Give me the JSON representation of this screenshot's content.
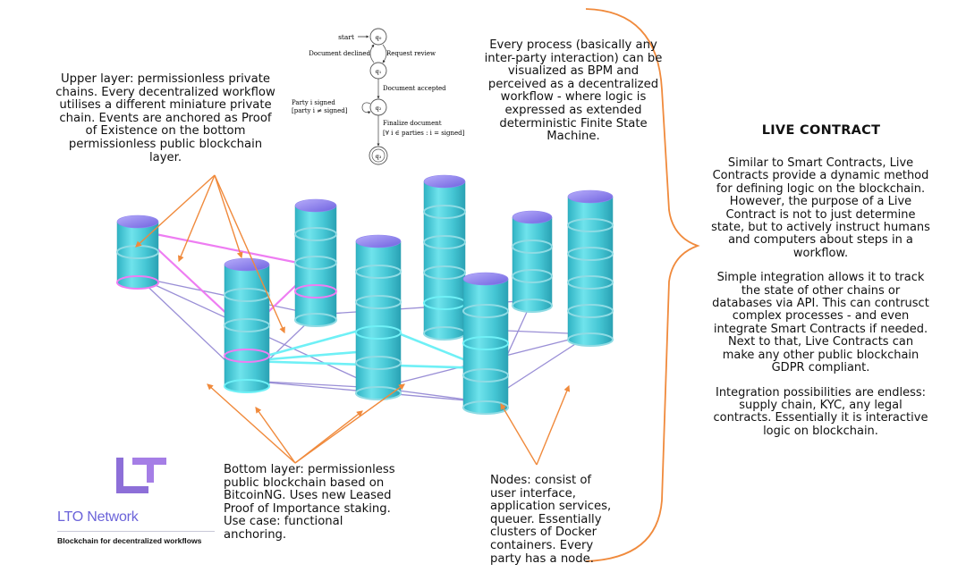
{
  "annotations": {
    "upper_layer": "Upper layer: permissionless private chains. Every decentralized workflow utilises a different miniature private chain. Events are anchored as Proof of Existence on the bottom permissionless public blockchain layer.",
    "process": "Every process (basically any inter-party interaction) can be visualized as BPM and perceived as a decentralized workflow - where logic is expressed as extended deterministic Finite State Machine.",
    "bottom_layer": "Bottom layer: permissionless public blockchain based on BitcoinNG. Uses new Leased Proof of Importance staking. Use case: functional anchoring.",
    "nodes": "Nodes: consist of user interface, application services, queuer. Essentially clusters of Docker containers. Every party has a node."
  },
  "fsm": {
    "start": "start",
    "states": [
      "q₀",
      "q₁",
      "q₂",
      "q₃"
    ],
    "transitions": {
      "request_review": "Request review",
      "document_declined": "Document declined",
      "document_accepted": "Document accepted",
      "party_signed_1": "Party i signed",
      "party_signed_2": "[party i ≠ signed]",
      "finalize_1": "Finalize document",
      "finalize_2": "[∀ i ∈ parties : i = signed]"
    }
  },
  "live_contract": {
    "title": "LIVE CONTRACT",
    "paragraphs": [
      "Similar to Smart Contracts, Live Contracts provide a dynamic method for defining logic on the blockchain. However, the purpose of a Live Contract is not to just determine state, but to actively instruct humans and computers about steps in a workflow.",
      "Simple integration allows it to track the state of other chains or databases via API. This can contrusct complex processes - and even integrate Smart Contracts if needed. Next to that, Live Contracts can make any other public blockchain GDPR compliant.",
      "Integration possibilities are endless: supply chain, KYC, any legal contracts. Essentially it is interactive logic on blockchain."
    ]
  },
  "brand": {
    "name": "LTO Network",
    "tagline": "Blockchain for decentralized workflows"
  },
  "colors": {
    "barrel_body": "#4fd0dc",
    "barrel_top": "#8a7ff0",
    "private_link": "#ee7df2",
    "public_link": "#6ff0f6",
    "base_link": "#9a8fd6",
    "arrow": "#f08a3c",
    "brand": "#6b63d9"
  }
}
